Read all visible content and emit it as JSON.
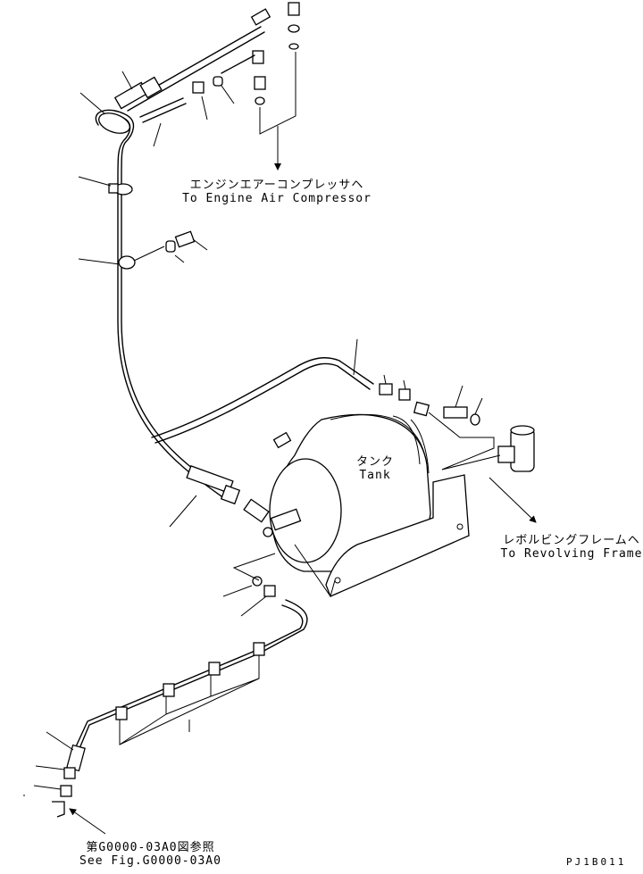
{
  "labels": {
    "compressor": {
      "jp": "エンジンエアーコンプレッサヘ",
      "en": "To Engine Air Compressor"
    },
    "tank": {
      "jp": "タンク",
      "en": "Tank"
    },
    "revolving": {
      "jp": "レボルビングフレームヘ",
      "en": "To Revolving Frame"
    },
    "see_fig": {
      "jp": "第G0000-03A0図参照",
      "en": "See Fig.G0000-03A0"
    },
    "drawing_code": "PJ1B011"
  }
}
